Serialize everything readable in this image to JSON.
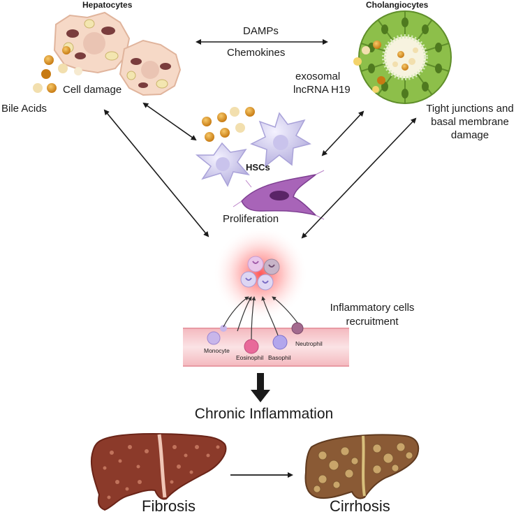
{
  "diagram": {
    "hepatocytes": {
      "title": "Hepatocytes",
      "cell_damage": "Cell damage",
      "bile_acids": "Bile Acids"
    },
    "cholangiocytes": {
      "title": "Cholangiocytes",
      "damage": [
        "Tight junctions and",
        "basal membrane",
        "damage"
      ]
    },
    "signals": {
      "damps": "DAMPs",
      "chemokines": "Chemokines",
      "exosomal": [
        "exosomal",
        "lncRNA H19"
      ]
    },
    "hsc": {
      "label": "HSCs",
      "proliferation": "Proliferation"
    },
    "inflammation": {
      "recruitment": [
        "Inflammatory cells",
        "recruitment"
      ],
      "cells": [
        "Monocyte",
        "Eosinophil",
        "Basophil",
        "Neutrophil"
      ]
    },
    "outcome": {
      "chronic": "Chronic Inflammation",
      "fibrosis": "Fibrosis",
      "cirrhosis": "Cirrhosis"
    },
    "colors": {
      "arrow": "#1a1a1a",
      "hepatocyte_fill": "#f6d9c7",
      "cholangiocyte_green": "#8dbf4a",
      "hsc_fill": "#e7e4f7",
      "vessel_fill": "#f7d3d6",
      "liver_fibrosis": "#8b3a2a",
      "liver_cirrhosis": "#8a5a35",
      "inflammation_glow": "#ff5a5a"
    }
  }
}
